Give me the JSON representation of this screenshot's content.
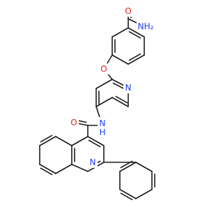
{
  "molecule": {
    "colors": {
      "bond": "#1a1a1a",
      "N": "#1f3dff",
      "O": "#e8201a"
    },
    "atoms": [
      {
        "id": "amide-n-top",
        "label": "NH2",
        "display": "NH₂",
        "element": "N"
      },
      {
        "id": "amide-o-top",
        "label": "O",
        "element": "O"
      },
      {
        "id": "ether-o",
        "label": "O",
        "element": "O"
      },
      {
        "id": "pyridine-n",
        "label": "N",
        "element": "N"
      },
      {
        "id": "amide-nh",
        "label": "NH",
        "display": "N H",
        "element": "N"
      },
      {
        "id": "amide-o-bottom",
        "label": "O",
        "element": "O"
      },
      {
        "id": "quinoline-n",
        "label": "N",
        "element": "N"
      }
    ]
  }
}
